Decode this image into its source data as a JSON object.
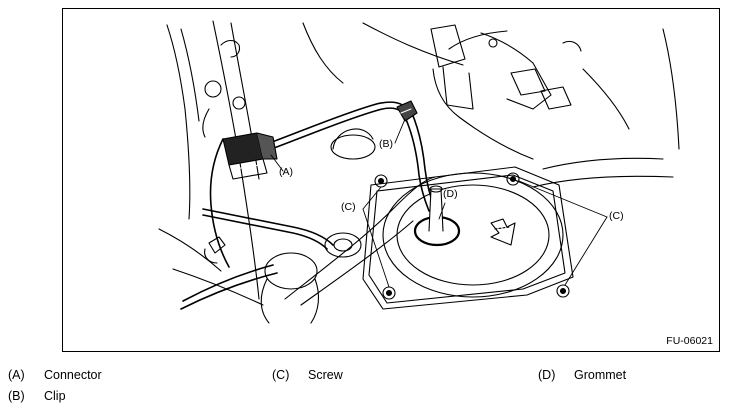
{
  "figure": {
    "id": "FU-06021",
    "callouts": {
      "a": "(A)",
      "b": "(B)",
      "c_left": "(C)",
      "c_right": "(C)",
      "d": "(D)"
    }
  },
  "legend": [
    {
      "key": "(A)",
      "label": "Connector"
    },
    {
      "key": "(B)",
      "label": "Clip"
    },
    {
      "key": "(C)",
      "label": "Screw"
    },
    {
      "key": "(D)",
      "label": "Grommet"
    }
  ]
}
